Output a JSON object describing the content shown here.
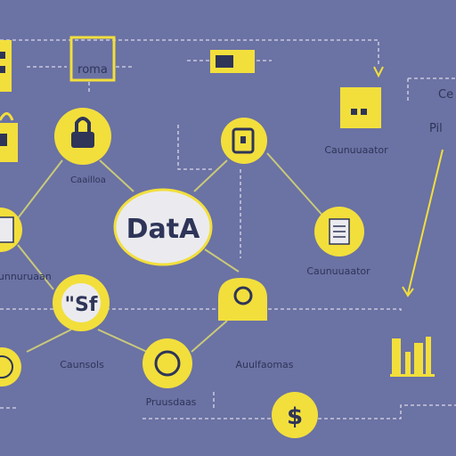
{
  "colors": {
    "background": "#6b72a4",
    "accent": "#f2df3c",
    "line": "#c9c97a",
    "dashed": "#d9d9e8",
    "ink": "#2e3558",
    "bubble_fill": "#ebebef"
  },
  "center": {
    "label": "DatA"
  },
  "labels": {
    "top_box": "roma",
    "top_right_fragment": "Ce",
    "right_fragment": "Pil",
    "label_1": "Caailloa",
    "label_2": "Caunuuaator",
    "label_3": "Ouunnuruaan",
    "label_4": "Caunsols",
    "label_5": "Auulfaomas",
    "label_6": "Pruusdaas",
    "node_sf": "\"Sf",
    "node_dollar": "$"
  },
  "icons": {
    "key_box": "key-icon",
    "lock": "lock-icon",
    "document": "document-icon",
    "bar_chart": "bar-chart-icon",
    "coin": "coin-icon",
    "dollar": "dollar-icon"
  }
}
